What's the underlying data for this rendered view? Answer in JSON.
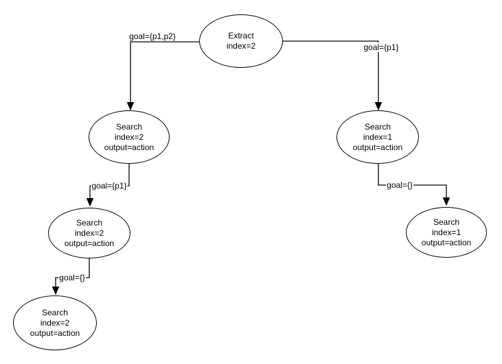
{
  "colors": {
    "background": "#ffffff",
    "stroke": "#000000",
    "text": "#000000"
  },
  "nodes": {
    "extract_root": {
      "lines": [
        "Extract",
        "index=2"
      ]
    },
    "search_left": {
      "lines": [
        "Search",
        "index=2",
        "output=action"
      ]
    },
    "search_left_child": {
      "lines": [
        "Search",
        "index=2",
        "output=action"
      ]
    },
    "search_left_grandchild": {
      "lines": [
        "Search",
        "index=2",
        "output=action"
      ]
    },
    "search_right": {
      "lines": [
        "Search",
        "index=1",
        "output=action"
      ]
    },
    "search_right_child": {
      "lines": [
        "Search",
        "index=1",
        "output=action"
      ]
    }
  },
  "edges": {
    "root_to_left": {
      "label": "goal={p1,p2}"
    },
    "root_to_right": {
      "label": "goal={p1}"
    },
    "left_to_child": {
      "label": "goal={p1}"
    },
    "left_child_to_grandchild": {
      "label": "goal={}"
    },
    "right_to_child": {
      "label": "goal={}"
    }
  }
}
